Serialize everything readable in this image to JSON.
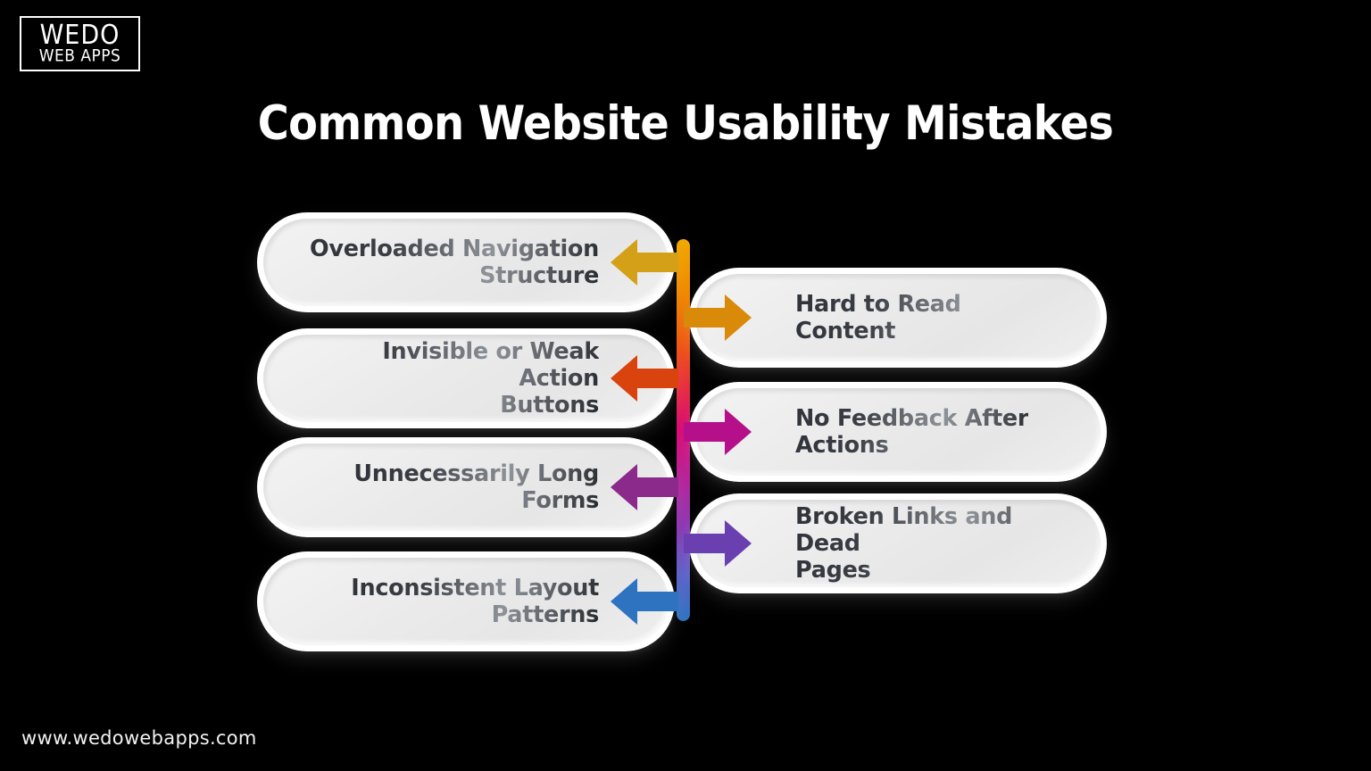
{
  "brand": {
    "logo_line1": "WEDO",
    "logo_line2": "WEB APPS"
  },
  "header": {
    "title": "Common Website Usability Mistakes"
  },
  "footer": {
    "website": "www.wedowebapps.com"
  },
  "spine": {
    "gradient_stops": [
      "#F0A800",
      "#EE5A12",
      "#E8303C",
      "#D80C74",
      "#B92397",
      "#8A3BB5",
      "#2E73C0"
    ]
  },
  "left_items": [
    {
      "line1": "Overloaded Navigation",
      "line2": "Structure",
      "arrow_color": "#D4A017",
      "arrow_name": "arrow-left-gold"
    },
    {
      "line1": "Invisible or Weak Action",
      "line2": "Buttons",
      "arrow_color": "#D9430E",
      "arrow_name": "arrow-left-orange-red"
    },
    {
      "line1": "Unnecessarily Long",
      "line2": "Forms",
      "arrow_color": "#8B2A8B",
      "arrow_name": "arrow-left-purple"
    },
    {
      "line1": "Inconsistent Layout",
      "line2": "Patterns",
      "arrow_color": "#2E73C0",
      "arrow_name": "arrow-left-blue"
    }
  ],
  "right_items": [
    {
      "line1": "Hard to Read Content",
      "line2": "",
      "arrow_color": "#D88A08",
      "arrow_name": "arrow-right-amber"
    },
    {
      "line1": "No Feedback After",
      "line2": "Actions",
      "arrow_color": "#B5108A",
      "arrow_name": "arrow-right-magenta"
    },
    {
      "line1": "Broken Links and Dead",
      "line2": "Pages",
      "arrow_color": "#6A3FAF",
      "arrow_name": "arrow-right-violet"
    }
  ]
}
